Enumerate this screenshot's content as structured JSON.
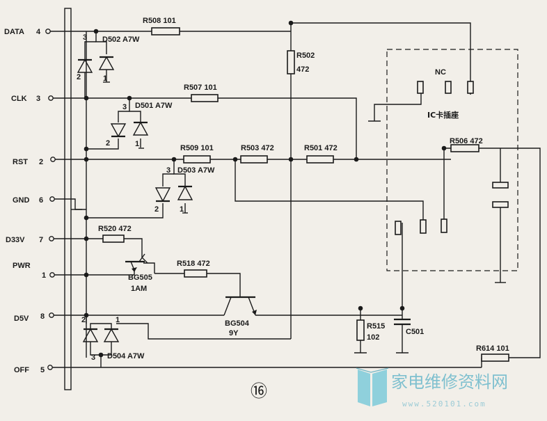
{
  "signals": {
    "data": {
      "name": "DATA",
      "pin": "4"
    },
    "clk": {
      "name": "CLK",
      "pin": "3"
    },
    "rst": {
      "name": "RST",
      "pin": "2"
    },
    "gnd": {
      "name": "GND",
      "pin": "6"
    },
    "d33v": {
      "name": "D33V",
      "pin": "7"
    },
    "pwr": {
      "name": "PWR",
      "pin": "1"
    },
    "d5v": {
      "name": "D5V",
      "pin": "8"
    },
    "off": {
      "name": "OFF",
      "pin": "5"
    }
  },
  "resistors": {
    "r508": "R508  101",
    "r507": "R507  101",
    "r509": "R509  101",
    "r503": "R503  472",
    "r501": "R501  472",
    "r506": "R506  472",
    "r520": "R520  472",
    "r518": "R518  472",
    "r614": "R614  101",
    "r502_name": "R502",
    "r502_value": "472",
    "r515_name": "R515",
    "r515_value": "102"
  },
  "diodes": {
    "d502": "D502  A7W",
    "d501": "D501  A7W",
    "d503": "D503  A7W",
    "d504": "D504  A7W",
    "pin1": "1",
    "pin2": "2",
    "pin3": "3"
  },
  "transistors": {
    "bg505_name": "BG505",
    "bg505_code": "1AM",
    "bg504_name": "BG504",
    "bg504_code": "9Y"
  },
  "capacitor": {
    "c501": "C501"
  },
  "ic_socket": {
    "label": "IC卡插座",
    "nc": "NC"
  },
  "figure_number": "⑯",
  "watermark": {
    "text": "家电维修资料网",
    "url": "www.520101.com"
  }
}
